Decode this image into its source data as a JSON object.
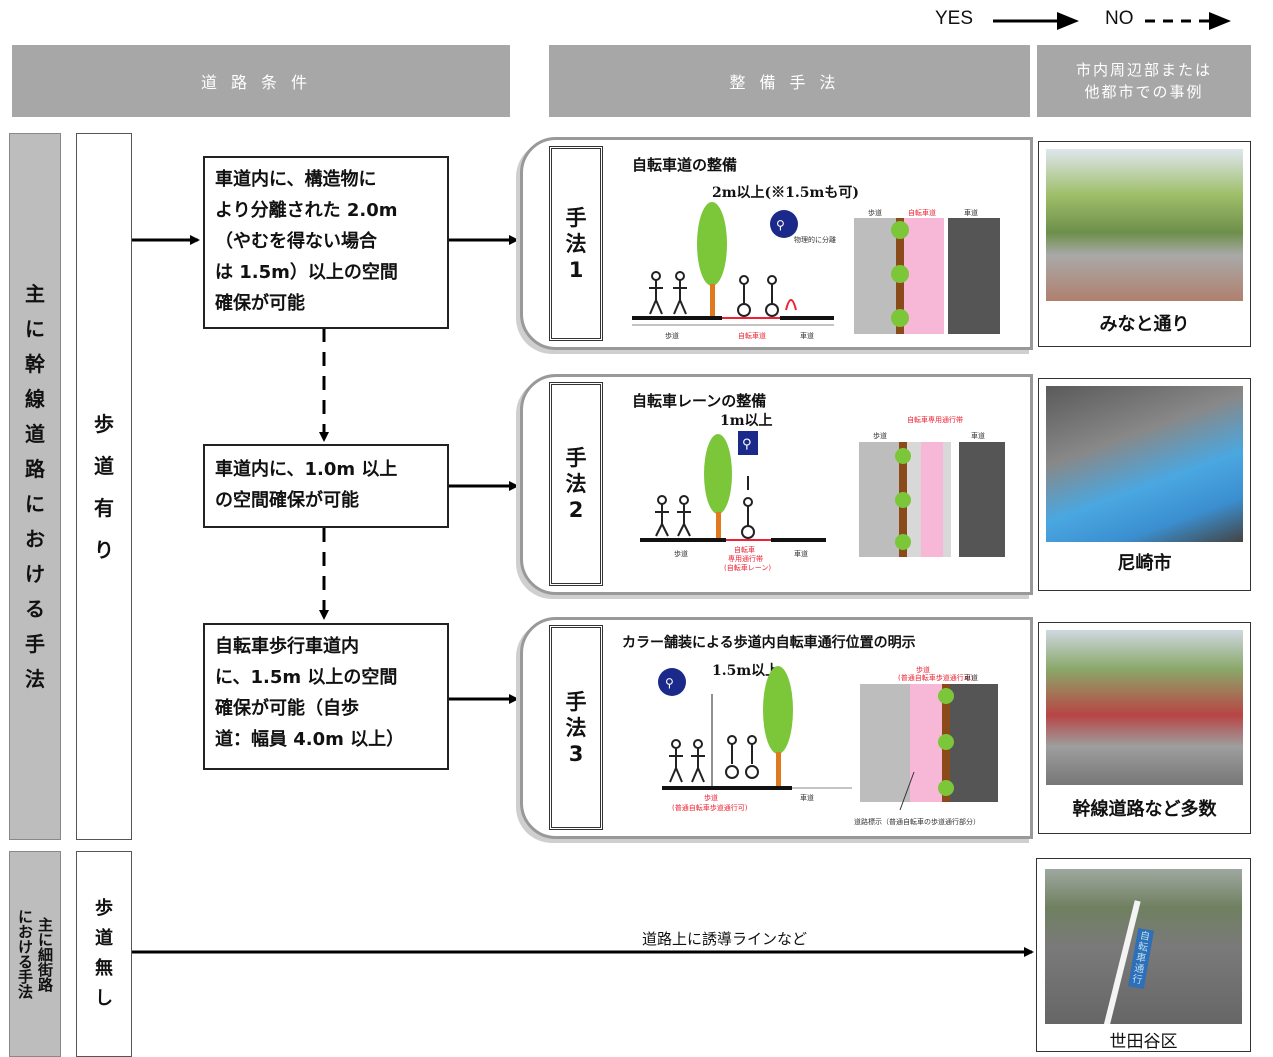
{
  "legend": {
    "yes": "YES",
    "no": "NO"
  },
  "headers": {
    "conditions": "道路条件",
    "methods": "整備手法",
    "examples_line1": "市内周辺部または",
    "examples_line2": "他都市での事例"
  },
  "left": {
    "arterial_label": [
      "主",
      "に",
      "幹",
      "線",
      "道",
      "路",
      "に",
      "お",
      "け",
      "る",
      "手",
      "法"
    ],
    "sidewalk_yes": [
      "歩",
      "道",
      "有",
      "り"
    ],
    "narrow_label": [
      "主に細街路",
      "における手法"
    ],
    "sidewalk_no": [
      "歩",
      "道",
      "無",
      "し"
    ]
  },
  "conditions": [
    [
      "車道内に、構造物に",
      "より分離された 2.0m",
      "（やむを得ない場合",
      "は 1.5m）以上の空間",
      "確保が可能"
    ],
    [
      "車道内に、1.0m 以上",
      "の空間確保が可能"
    ],
    [
      "自転車歩行車道内",
      "に、1.5m 以上の空間",
      "確保が可能（自歩",
      "道：幅員 4.0m 以上）"
    ]
  ],
  "methods": [
    {
      "label": [
        "手",
        "法",
        "1"
      ],
      "title": "自転車道の整備",
      "width": "2m以上(※1.5mも可)",
      "note": "物理的に分離",
      "section_labels": [
        "歩道",
        "自転車道",
        "車道"
      ],
      "plan_labels": [
        "歩道",
        "自転車道",
        "車道"
      ]
    },
    {
      "label": [
        "手",
        "法",
        "2"
      ],
      "title": "自転車レーンの整備",
      "width": "1m以上",
      "section_labels": [
        "歩道",
        "自転車",
        "専用通行帯",
        "(自転車レーン)",
        "車道"
      ],
      "plan_labels": [
        "歩道",
        "自転車専用通行帯",
        "車道"
      ]
    },
    {
      "label": [
        "手",
        "法",
        "3"
      ],
      "title": "カラー舗装による歩道内自転車通行位置の明示",
      "width": "1.5m以上",
      "note": "道路標示（普通自転車の歩道通行部分）",
      "section_labels": [
        "歩道",
        "(普通自転車歩道通行可)",
        "車道"
      ],
      "plan_labels": [
        "歩道",
        "(普通自転車歩道通行可)",
        "車道"
      ],
      "plan_note": "道路標示（普通自転車の歩道通行部分）"
    }
  ],
  "examples": [
    {
      "caption": "みなと通り"
    },
    {
      "caption": "尼崎市"
    },
    {
      "caption": "幹線道路など多数"
    }
  ],
  "narrow": {
    "arrow_label": "道路上に誘導ラインなど",
    "example_caption": "世田谷区",
    "photo_marking": "自転車通行"
  },
  "colors": {
    "header_gray": "#a7a7a7",
    "bike_pink": "#f7b7d6",
    "tree_green": "#7cc63a",
    "lane_blue": "#3aa3e6"
  }
}
